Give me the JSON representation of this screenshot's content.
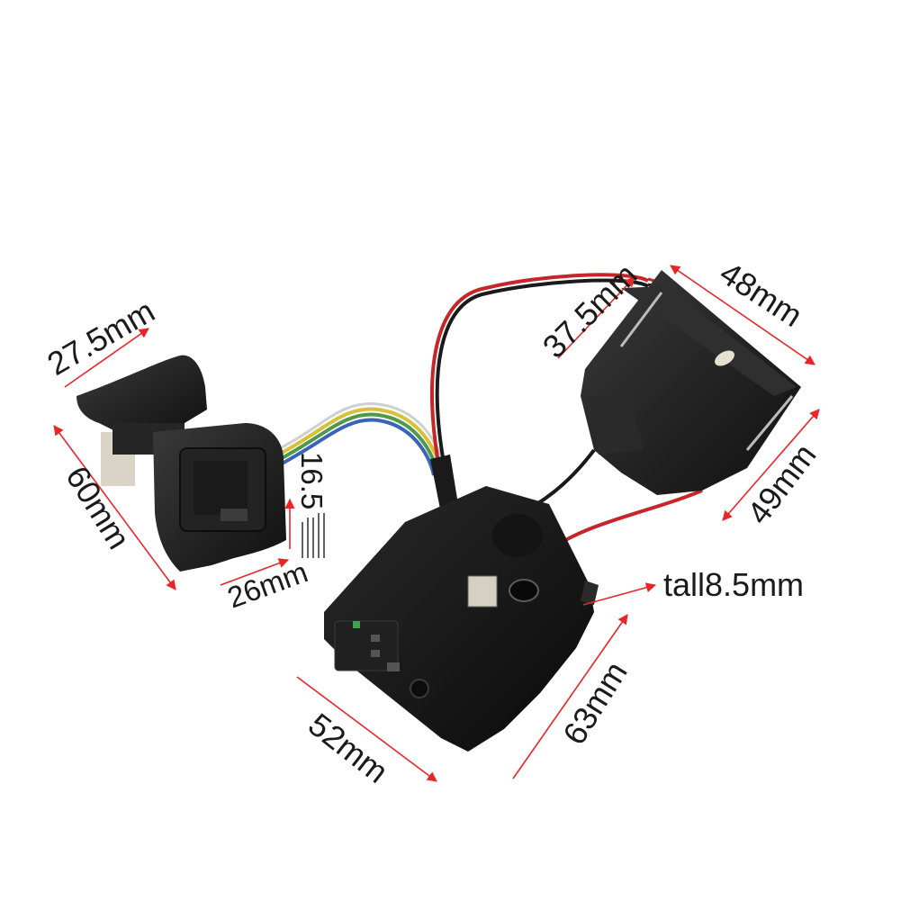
{
  "dimensions": {
    "trigger_width": "27.5mm",
    "trigger_height": "60mm",
    "trigger_depth": "26mm",
    "trigger_thickness": "16.5",
    "battery_width": "48mm",
    "battery_small": "37.5mm",
    "battery_depth": "49mm",
    "board_tall": "tall8.5mm",
    "board_width": "52mm",
    "board_height": "63mm"
  },
  "colors": {
    "arrow": "#e8262a",
    "plastic": "#1c1c1c",
    "board": "#141414",
    "wire_red": "#c4262a",
    "wire_black": "#1a1a1a",
    "wire_yellow": "#d8c13a",
    "wire_green": "#4f9a4a",
    "wire_blue": "#3a64b8"
  }
}
